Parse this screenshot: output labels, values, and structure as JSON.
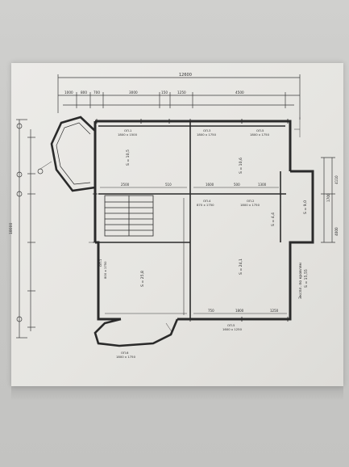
{
  "drawing": {
    "overall_dim_top": "12600",
    "top_dims": [
      "1000",
      "800",
      "700",
      "3000",
      "150",
      "1250",
      "4500"
    ],
    "left_overall_dim": "18000",
    "right_vert_dims": [
      "1700",
      "4110",
      "4000"
    ],
    "room_labels": {
      "room1": "S = 10,5",
      "room2": "S = 10,6",
      "room3": "S = 9,0",
      "room4": "S = 24,1",
      "room5": "S = 4,4",
      "hall": "S = 25,8",
      "note1": "Экспл. по кровлям",
      "note2": "S = 15,55"
    },
    "windows": {
      "w1": "ОП.1",
      "w1s": "1800 x 1500",
      "w2": "ОП.3",
      "w2s": "1800 x 1750",
      "w3": "ОП.5",
      "w3s": "1800 x 1750",
      "w4": "ОП.4",
      "w4s": "870 x 1750",
      "w5": "ОП.2",
      "w5s": "1800 x 1750",
      "w6": "ОП.5",
      "w6s": "1600 x 1250",
      "w7": "ОП.6",
      "w7s": "1800 x 1750",
      "w8": "ОП.1",
      "w8s": "800 x 1750"
    },
    "bottom_dims": [
      "750",
      "1800",
      "1250"
    ],
    "inner_dims": [
      "2500",
      "510",
      "1600",
      "500",
      "1300"
    ]
  }
}
